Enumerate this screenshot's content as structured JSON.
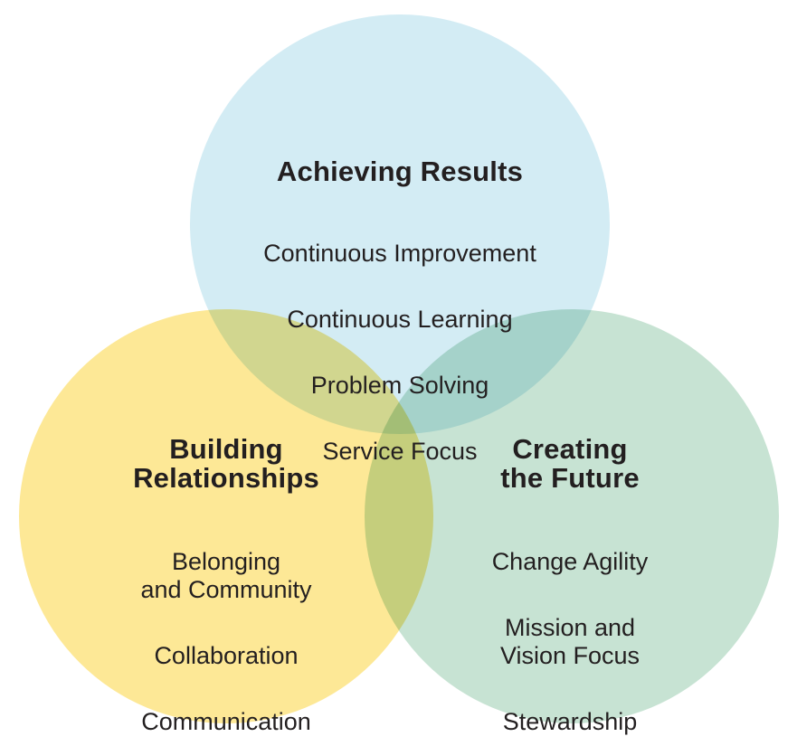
{
  "venn": {
    "background_color": "#ffffff",
    "text_color": "#231f20",
    "circles": [
      {
        "id": "achieving-results",
        "title": "Achieving Results",
        "color": "#d3ecf4",
        "items": [
          "Continuous Improvement",
          "Continuous Learning",
          "Problem Solving",
          "Service Focus"
        ]
      },
      {
        "id": "building-relationships",
        "title": "Building\nRelationships",
        "color": "#fde896",
        "items": [
          "Belonging\nand Community",
          "Collaboration",
          "Communication"
        ]
      },
      {
        "id": "creating-the-future",
        "title": "Creating\nthe Future",
        "color": "#c7e3d3",
        "items": [
          "Change Agility",
          "Mission and\nVision Focus",
          "Stewardship"
        ]
      }
    ]
  }
}
